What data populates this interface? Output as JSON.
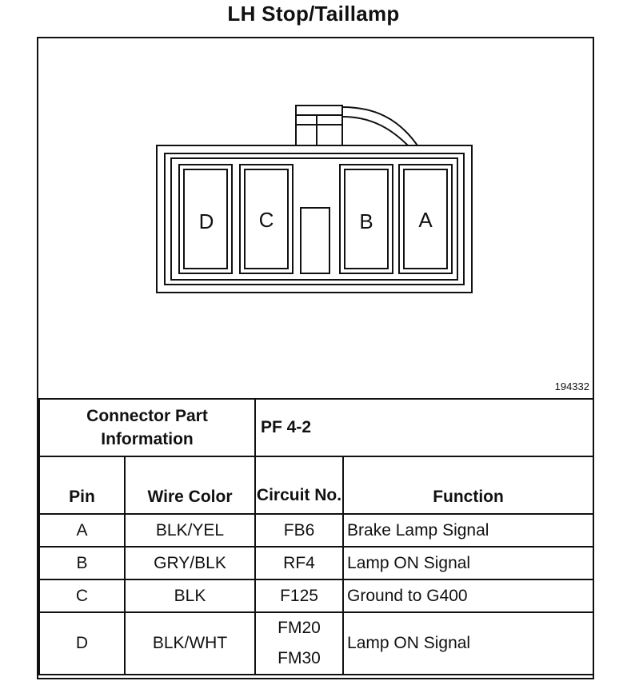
{
  "title": "LH Stop/Taillamp",
  "figure_number": "194332",
  "connector": {
    "pins": [
      "D",
      "C",
      "B",
      "A"
    ]
  },
  "part_info": {
    "label": "Connector Part Information",
    "value": "PF 4-2"
  },
  "table": {
    "headers": {
      "pin": "Pin",
      "wire_color": "Wire Color",
      "circuit": "Circuit No.",
      "function": "Function"
    },
    "rows": [
      {
        "pin": "A",
        "wire_color": "BLK/YEL",
        "circuit": [
          "FB6"
        ],
        "function": "Brake Lamp Signal"
      },
      {
        "pin": "B",
        "wire_color": "GRY/BLK",
        "circuit": [
          "RF4"
        ],
        "function": "Lamp ON Signal"
      },
      {
        "pin": "C",
        "wire_color": "BLK",
        "circuit": [
          "F125"
        ],
        "function": "Ground to G400"
      },
      {
        "pin": "D",
        "wire_color": "BLK/WHT",
        "circuit": [
          "FM20",
          "FM30"
        ],
        "function": "Lamp ON Signal"
      }
    ]
  }
}
